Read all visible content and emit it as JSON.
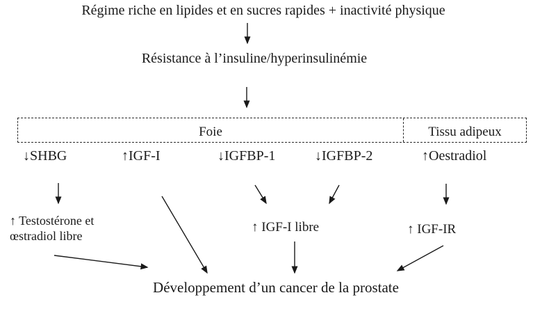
{
  "colors": {
    "ink": "#1a1a1a",
    "background": "#ffffff"
  },
  "diagram": {
    "title": "Régime riche en lipides et en sucres rapides + inactivité physique",
    "level2": "Résistance à l’insuline/hyperinsulinémie",
    "organs": {
      "liver": "Foie",
      "adipose": "Tissu adipeux"
    },
    "mediators": {
      "shbg": "↓SHBG",
      "igf1": "↑IGF-I",
      "igfbp1": "↓IGFBP-1",
      "igfbp2": "↓IGFBP-2",
      "oestradiol": "↑Oestradiol"
    },
    "intermediates": {
      "testosterone_line1": "↑ Testostérone et",
      "testosterone_line2": "œstradiol libre",
      "igf1_libre": "↑ IGF-I libre",
      "igf_ir": "↑ IGF-IR"
    },
    "outcome": "Développement d’un cancer de la prostate"
  }
}
